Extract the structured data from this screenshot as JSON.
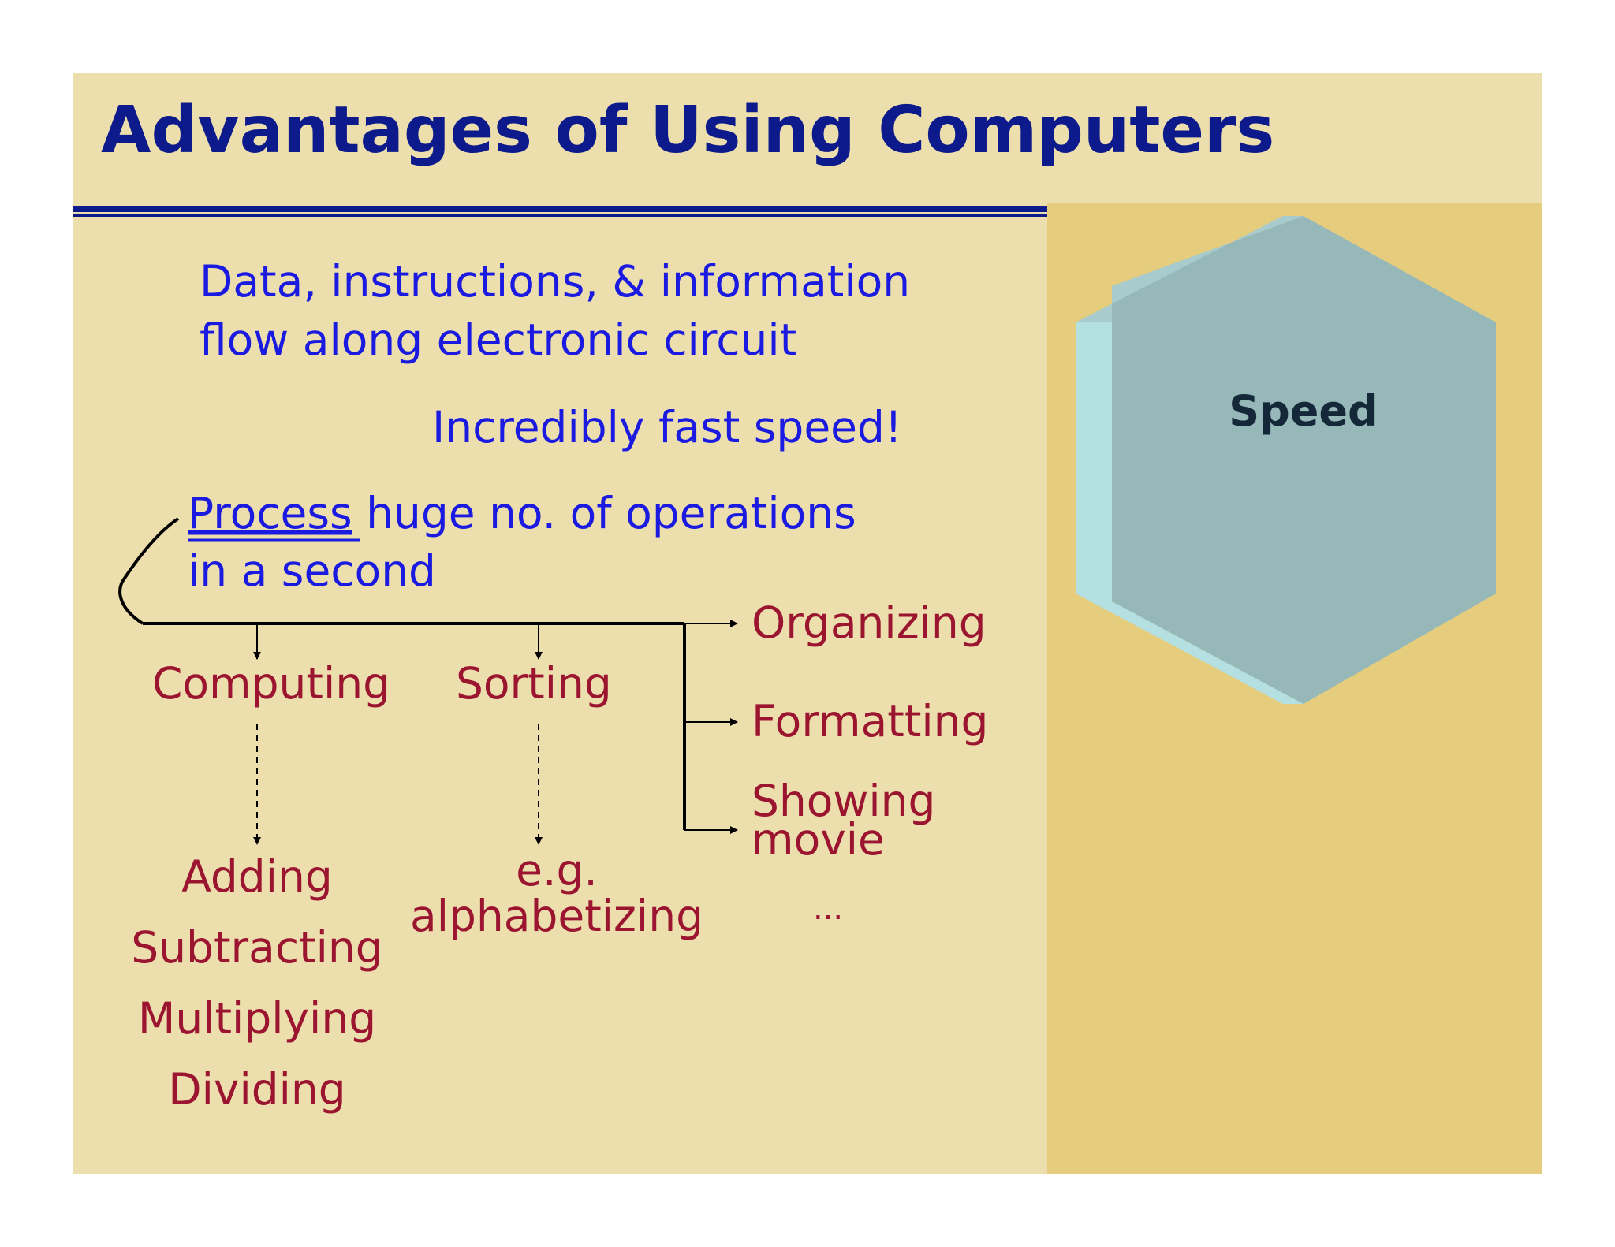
{
  "slide": {
    "title": "Advantages of Using Computers",
    "flow_line1": "Data, instructions, & information",
    "flow_line2": "flow along electronic circuit",
    "speed_claim": "Incredibly fast speed!",
    "process_word": "Process",
    "process_rest": " huge no. of operations",
    "process_line2": "in a second"
  },
  "operations": {
    "computing": "Computing",
    "sorting": "Sorting",
    "organizing": "Organizing",
    "formatting": "Formatting",
    "showing": "Showing",
    "movie": "movie",
    "ellipsis": "...",
    "adding": "Adding",
    "subtracting": "Subtracting",
    "multiplying": "Multiplying",
    "dividing": "Dividing",
    "eg": "e.g.",
    "alphabetizing": "alphabetizing"
  },
  "panel": {
    "label": "Speed"
  },
  "colors": {
    "title": "#0d1a8c",
    "blue_text": "#1a1ae0",
    "red_text": "#9b1430",
    "background": "#ecdfad",
    "panel": "#e6cd7e",
    "hexagon": "#96b8b8",
    "hexagon_edge": "#b4e0e2"
  }
}
